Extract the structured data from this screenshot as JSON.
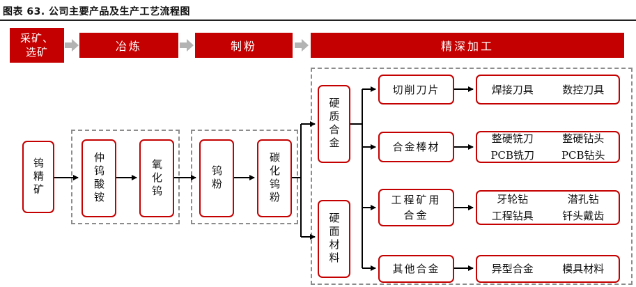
{
  "title": "图表 63. 公司主要产品及生产工艺流程图",
  "stages": {
    "mining_line1": "采矿、",
    "mining_line2": "选矿",
    "smelting": "冶炼",
    "powder": "制粉",
    "deep_processing": "精深加工"
  },
  "nodes": {
    "tungsten_concentrate": "钨精矿",
    "apt": "仲钨酸铵",
    "tungsten_oxide": "氧化钨",
    "tungsten_powder": "钨粉",
    "tungsten_carbide_powder": "碳化钨粉",
    "cemented_carbide": "硬质合金",
    "hardfacing_material": "硬面材料",
    "cutting_inserts": "切削刀片",
    "alloy_rods": "合金棒材",
    "mining_alloy": "工程矿用合金",
    "other_alloys": "其他合金"
  },
  "products": {
    "row1": [
      "焊接刀具",
      "数控刀具"
    ],
    "row2a": [
      "整硬铣刀",
      "整硬钻头"
    ],
    "row2b": [
      "PCB铣刀",
      "PCB钻头"
    ],
    "row3a": [
      "牙轮钻",
      "潜孔钻"
    ],
    "row3b": [
      "工程钻具",
      "钎头戴齿"
    ],
    "row4": [
      "异型合金",
      "模具材料"
    ]
  },
  "colors": {
    "accent": "#c40000",
    "arrow_gray": "#b3b3b3",
    "dash_gray": "#8c8c8c",
    "line": "#000000"
  }
}
